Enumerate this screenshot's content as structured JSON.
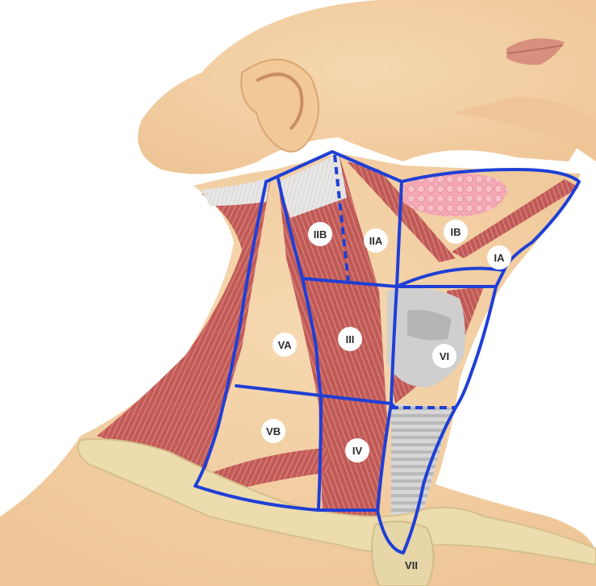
{
  "diagram": {
    "boundary_color": "#1f3fd6",
    "skin_color": "#f3d0a5",
    "muscle_color": "#c4605d",
    "cartilage_color": "#c9c9c9",
    "bone_color": "#ecdcae",
    "gland_color": "#f3a8b4",
    "levels": {
      "IIB": "IIB",
      "IIA": "IIA",
      "IB": "IB",
      "IA": "IA",
      "III": "III",
      "VA": "VA",
      "VI": "VI",
      "VB": "VB",
      "IV": "IV",
      "VII": "VII"
    }
  }
}
